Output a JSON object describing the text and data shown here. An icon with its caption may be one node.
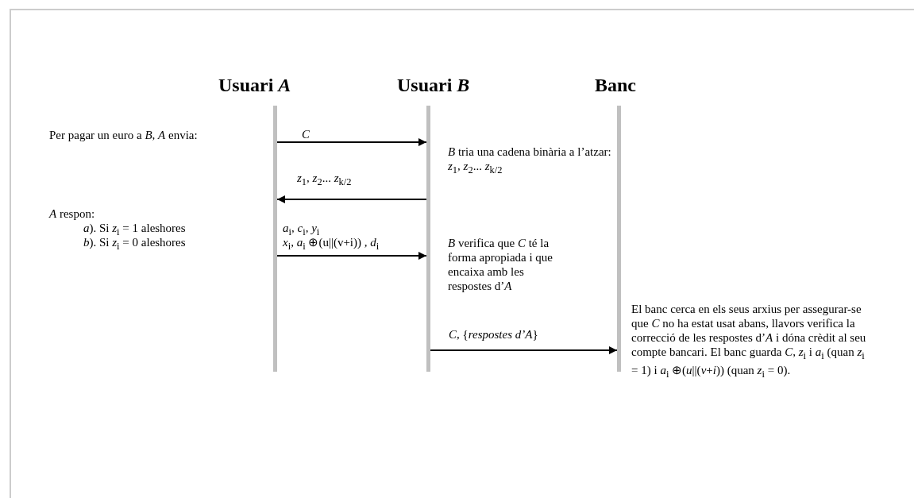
{
  "diagram": {
    "nodes": [
      {
        "text": [
          "Usuari *A*"
        ]
      },
      {
        "text": [
          "Usuari *B*"
        ]
      },
      {
        "text": [
          "Banc"
        ]
      }
    ],
    "edges": [
      {
        "from": 0,
        "to": 1,
        "arrow": "to",
        "label": "*C*"
      },
      {
        "from": 1,
        "to": 0,
        "arrow": "to",
        "label": "*z*$_{1}$, *z*$_{2}$... *z*$_{k/2}$"
      },
      {
        "from": 0,
        "to": 1,
        "arrow": "to"
      },
      {
        "from": 1,
        "to": 2,
        "arrow": "to",
        "label": "*C*, {*respostes d’A*}"
      }
    ],
    "labels": [
      "Per pagar un euro a *B*, *A* envia:",
      "*B* tria una cadena binària a l’atzar: *z*$_{1}$, *z*$_{2}$... *z*$_{k/2}$",
      "*A* respon:",
      "*a*). Si *z*$_{i}$ = 1 aleshores",
      "*a*$_{i}$, *c*$_{i}$, *y*$_{i}$",
      "*b*). Si *z*$_{i}$ = 0 aleshores",
      "*x*$_{i}$, *a*$_{i}$ ⊕(u||(v+i)) , *d*$_{i}$",
      "*B* verifica que *C* té la forma apropiada i que encaixa amb les respostes d’*A*",
      "El banc cerca en els seus arxius per assegurar-se que *C* no ha estat usat abans, llavors verifica la correcció de les respostes d’*A* i dóna crèdit al seu compte bancari. El banc guarda *C*, *z*$_{i}$ i *a*$_{i}$ (quan *z*$_{i}$ = 1) i *a*$_{i}$ ⊕(*u*||(*v*+*i*)) (quan *z*$_{i}$ = 0)."
    ]
  }
}
